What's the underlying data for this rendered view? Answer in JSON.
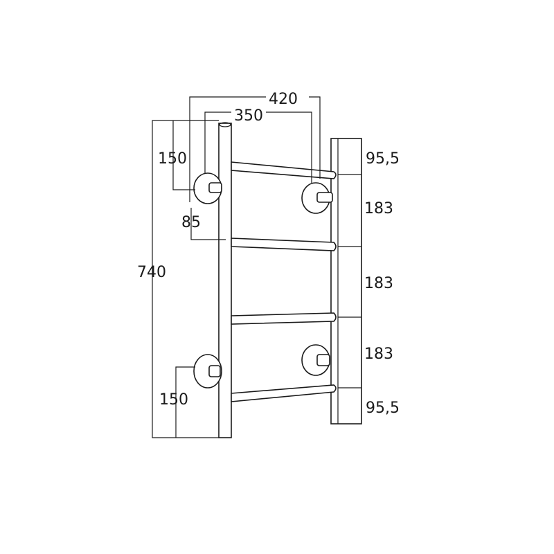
{
  "dimensions": {
    "width_outer": "420",
    "width_inner": "350",
    "bracket_top": "150",
    "bracket_offset": "85",
    "height_total": "740",
    "bracket_bottom": "150",
    "seg_top": "95,5",
    "seg_1": "183",
    "seg_2": "183",
    "seg_3": "183",
    "seg_bottom": "95,5"
  }
}
